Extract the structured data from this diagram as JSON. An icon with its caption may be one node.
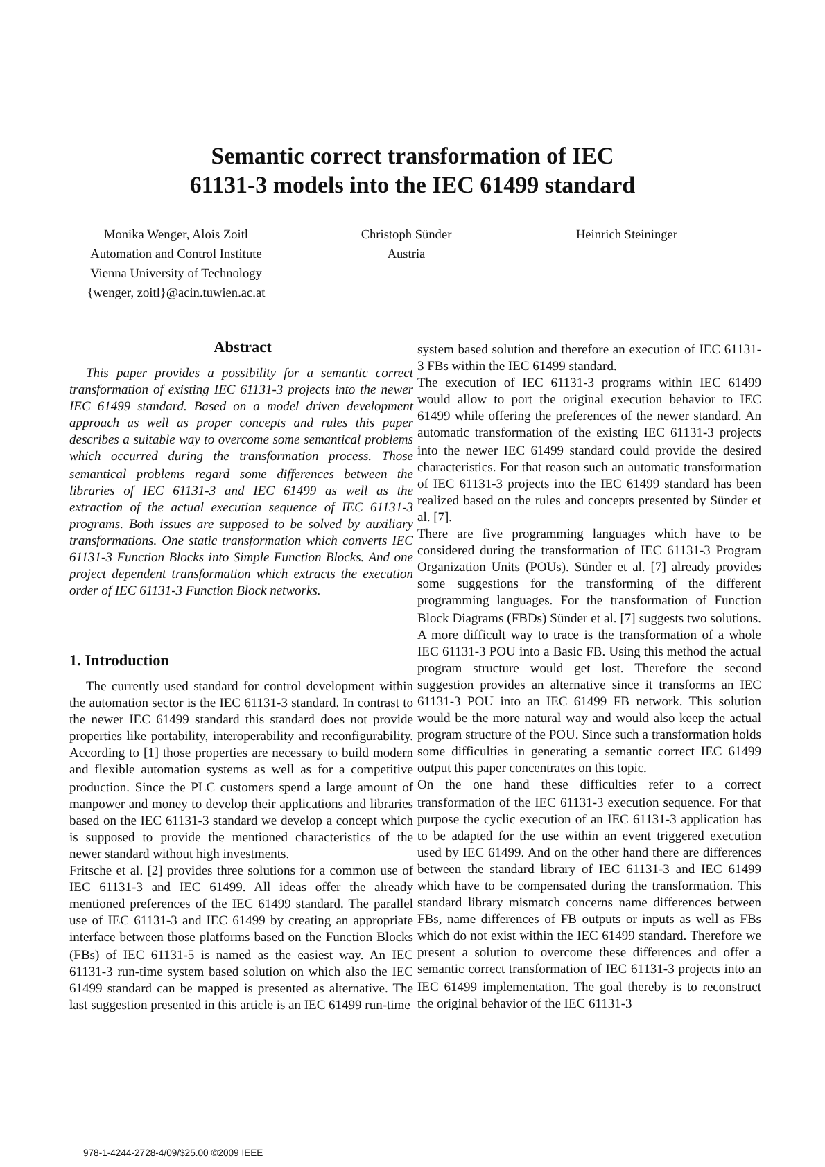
{
  "diagram": {
    "title": "Semantic correct transformation of IEC 61131-3 models into the IEC 61499 standard",
    "labels": [
      "Monika Wenger, Alois Zoitl",
      "Automation and Control Institute",
      "Vienna University of Technology",
      "{wenger, zoitl}@acin.tuwien.ac.at",
      "Christoph Sünder",
      "Austria",
      "Heinrich Steininger",
      "Abstract",
      "This paper provides a possibility for a semantic correct transformation of existing IEC 61131-3 projects into the newer IEC 61499 standard. Based on a model driven development approach as well as proper concepts and rules this paper describes a suitable way to overcome some semantical problems which occurred during the transformation process. Those semantical problems regard some differences between the libraries of IEC 61131-3 and IEC 61499 as well as the extraction of the actual execution sequence of IEC 61131-3 programs. Both issues are supposed to be solved by auxiliary transformations. One static transformation which converts IEC 61131-3 Function Blocks into Simple Function Blocks. And one project dependent transformation which extracts the execution order of IEC 61131-3 Function Block networks.",
      "1. Introduction",
      "The currently used standard for control development within the automation sector is the IEC 61131-3 standard. In contrast to the newer IEC 61499 standard this standard does not provide properties like portability, interoperability and reconfigurability. According to [1] those properties are necessary to build modern and flexible automation systems as well as for a competitive production. Since the PLC customers spend a large amount of manpower and money to develop their applications and libraries based on the IEC 61131-3 standard we develop a concept which is supposed to provide the mentioned characteristics of the newer standard without high investments.",
      "Fritsche et al. [2] provides three solutions for a common use of IEC 61131-3 and IEC 61499. All ideas offer the already mentioned preferences of the IEC 61499 standard. The parallel use of IEC 61131-3 and IEC 61499 by creating an appropriate interface between those platforms based on the Function Blocks (FBs) of IEC 61131-5 is named as the easiest way. An IEC 61131-3 run-time system based solution on which also the IEC 61499 standard can be mapped is presented as alternative. The last suggestion presented in this article is an IEC 61499 run-time",
      "system based solution and therefore an execution of IEC 61131-3 FBs within the IEC 61499 standard.",
      "The execution of IEC 61131-3 programs within IEC 61499 would allow to port the original execution behavior to IEC 61499 while offering the preferences of the newer standard. An automatic transformation of the existing IEC 61131-3 projects into the newer IEC 61499 standard could provide the desired characteristics. For that reason such an automatic transformation of IEC 61131-3 projects into the IEC 61499 standard has been realized based on the rules and concepts presented by Sünder et al. [7].",
      "There are five programming languages which have to be considered during the transformation of IEC 61131-3 Program Organization Units (POUs). Sünder et al. [7] already provides some suggestions for the transforming of the different programming languages. For the transformation of Function Block Diagrams (FBDs) Sünder et al. [7] suggests two solutions. A more difficult way to trace is the transformation of a whole IEC 61131-3 POU into a Basic FB. Using this method the actual program structure would get lost. Therefore the second suggestion provides an alternative since it transforms an IEC 61131-3 POU into an IEC 61499 FB network. This solution would be the more natural way and would also keep the actual program structure of the POU. Since such a transformation holds some difficulties in generating a semantic correct IEC 61499 output this paper concentrates on this topic.",
      "On the one hand these difficulties refer to a correct transformation of the IEC 61131-3 execution sequence. For that purpose the cyclic execution of an IEC 61131-3 application has to be adapted for the use within an event triggered execution used by IEC 61499. And on the other hand there are differences between the standard library of IEC 61131-3 and IEC 61499 which have to be compensated during the transformation. This standard library mismatch concerns name differences between FBs, name differences of FB outputs or inputs as well as FBs which do not exist within the IEC 61499 standard. Therefore we present a solution to overcome these differences and offer a semantic correct transformation of IEC 61131-3 projects into an IEC 61499 implementation. The goal thereby is to reconstruct the original behavior of the IEC 61131-3",
      "978-1-4244-2728-4/09/$25.00 ©2009 IEEE"
    ]
  }
}
